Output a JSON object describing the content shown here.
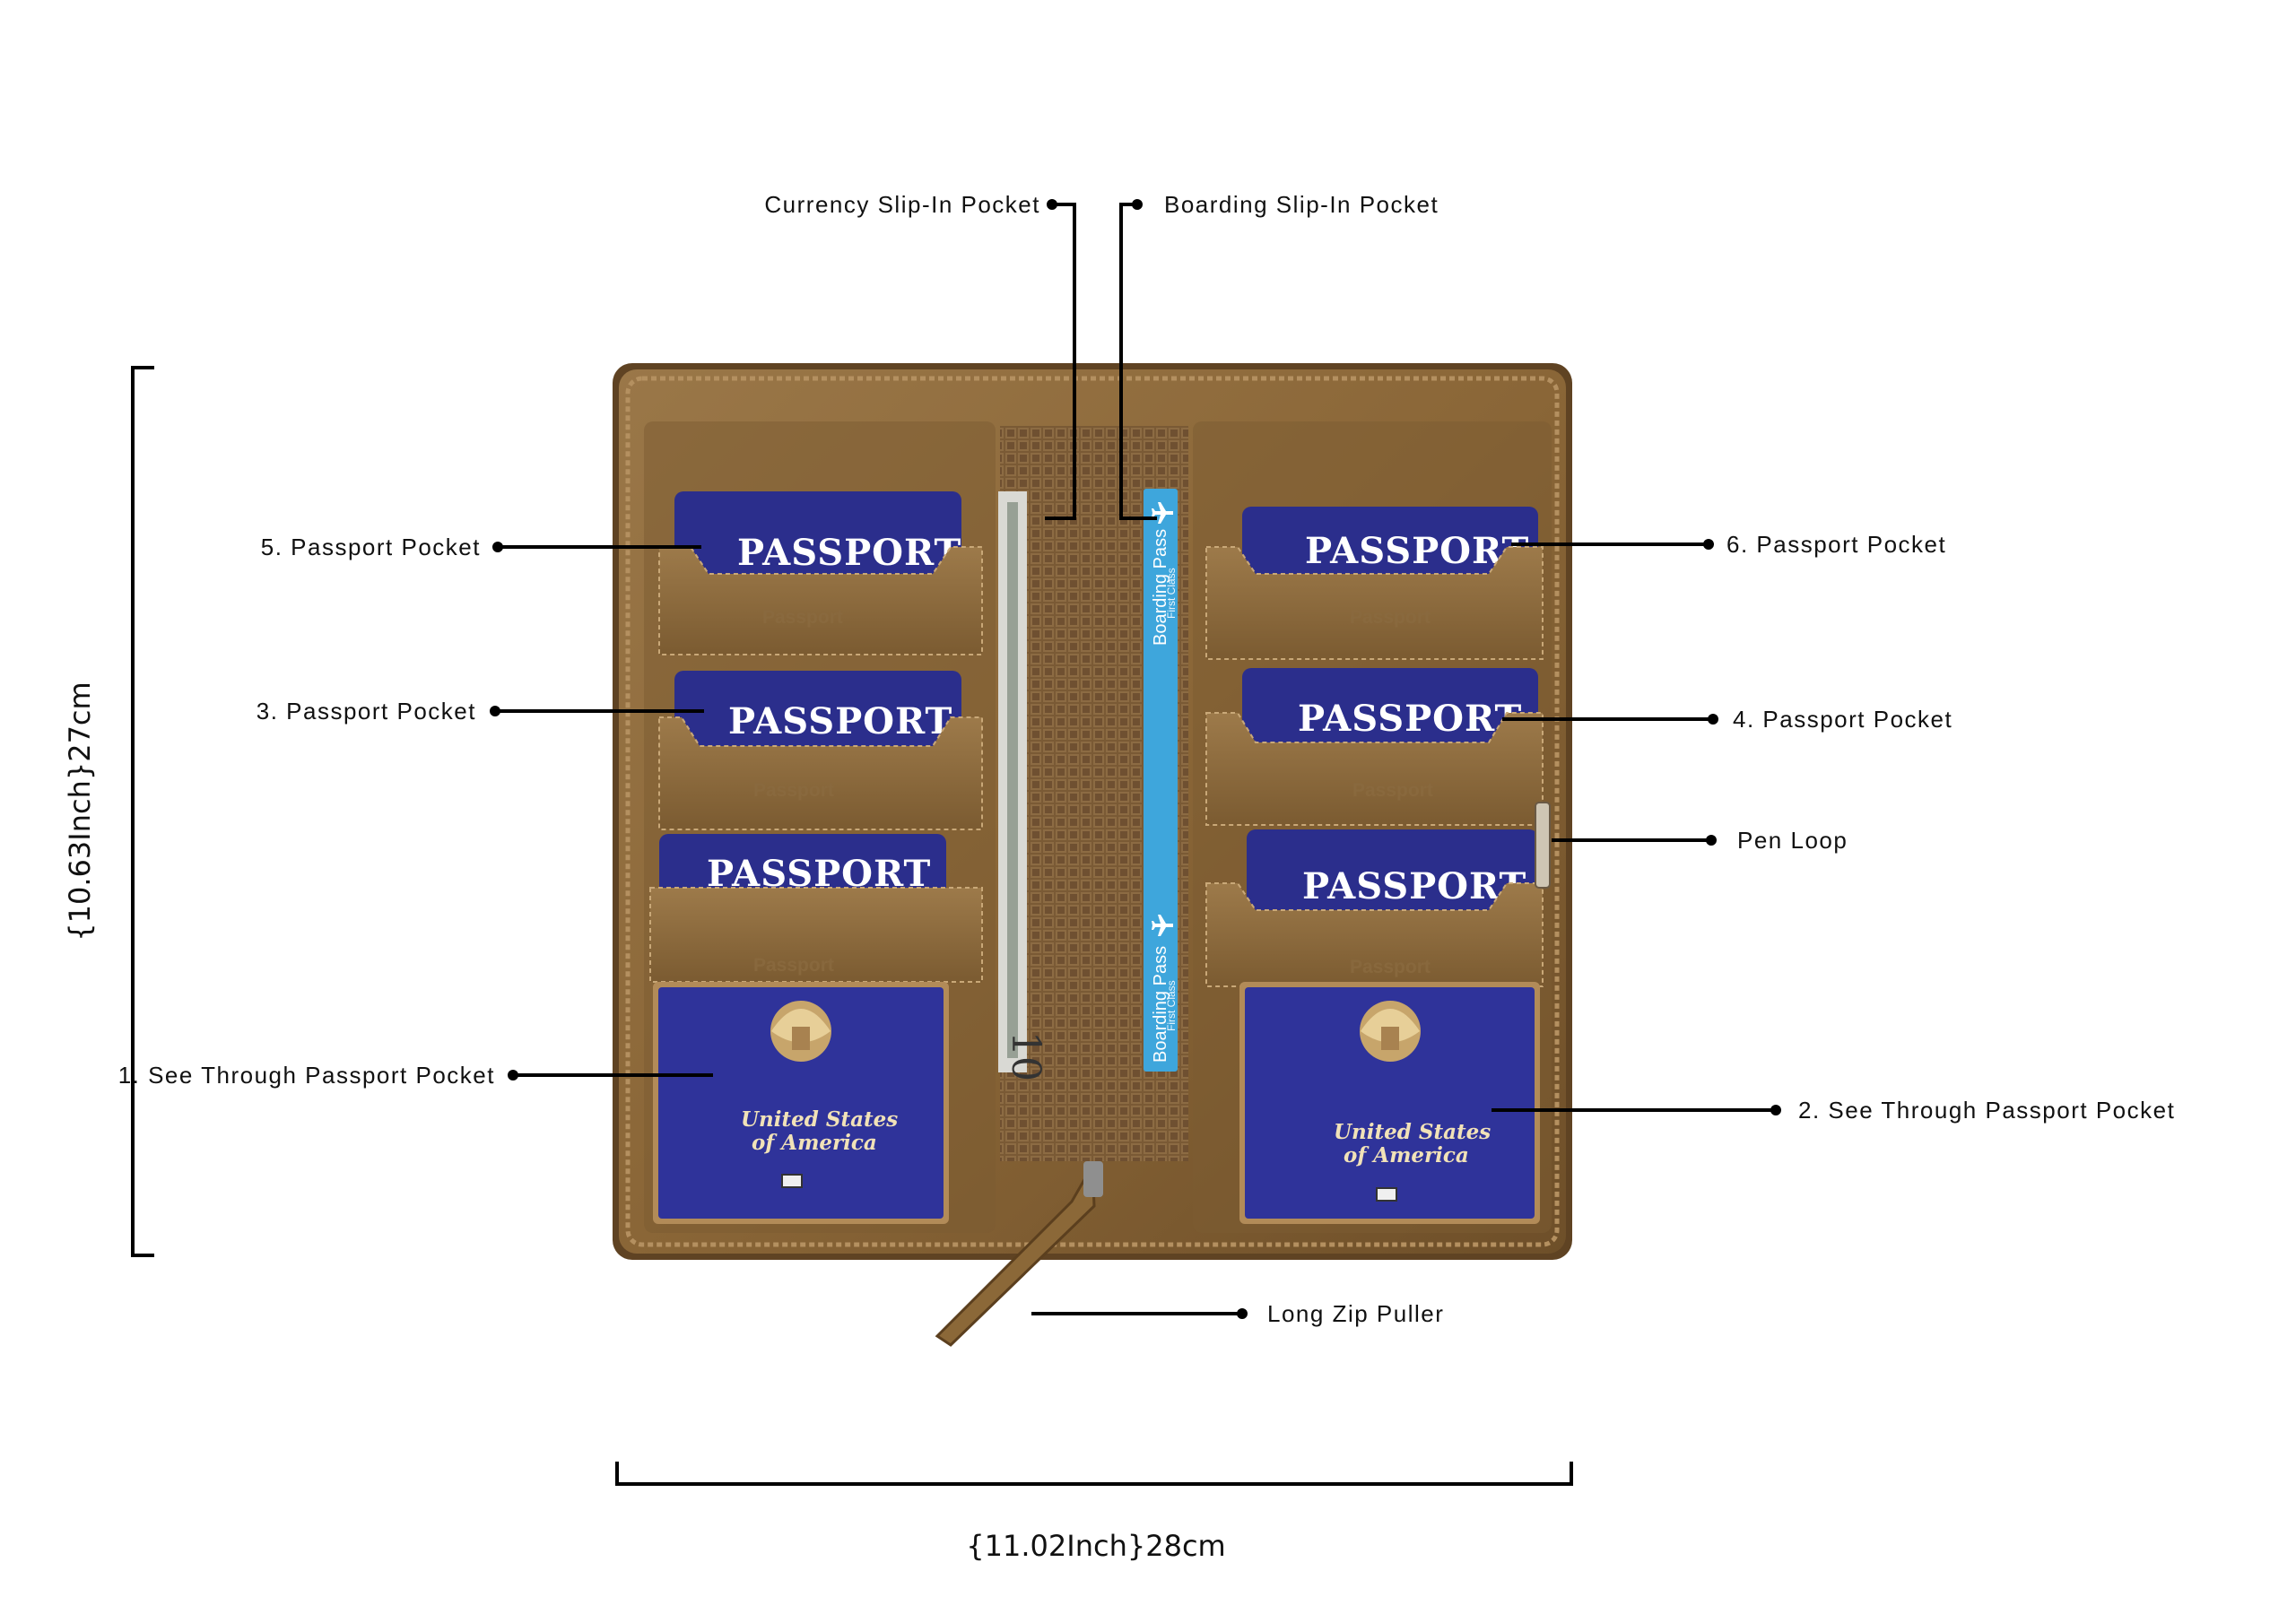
{
  "labels": {
    "currency": "Currency Slip-In Pocket",
    "boarding": "Boarding Slip-In Pocket",
    "pocket5": "5. Passport Pocket",
    "pocket6": "6. Passport Pocket",
    "pocket3": "3. Passport Pocket",
    "pocket4": "4. Passport Pocket",
    "pen_loop": "Pen Loop",
    "see_through_1": "1. See Through Passport Pocket",
    "see_through_2": "2. See Through Passport Pocket",
    "zip_puller": "Long Zip Puller"
  },
  "dimensions": {
    "height": "{10.63Inch}27cm",
    "width": "{11.02Inch}28cm"
  },
  "passport": {
    "title": "PASSPORT",
    "pocket_text": "Passport",
    "country_line1": "United States",
    "country_line2": "of America"
  },
  "boarding_pass": {
    "title": "Boarding Pass",
    "class": "First Class"
  },
  "colors": {
    "leather": "#8b6a3e",
    "leather_dark": "#5b3f1e",
    "passport_blue": "#2b2e8c",
    "boarding_blue": "#3ea6dc"
  }
}
